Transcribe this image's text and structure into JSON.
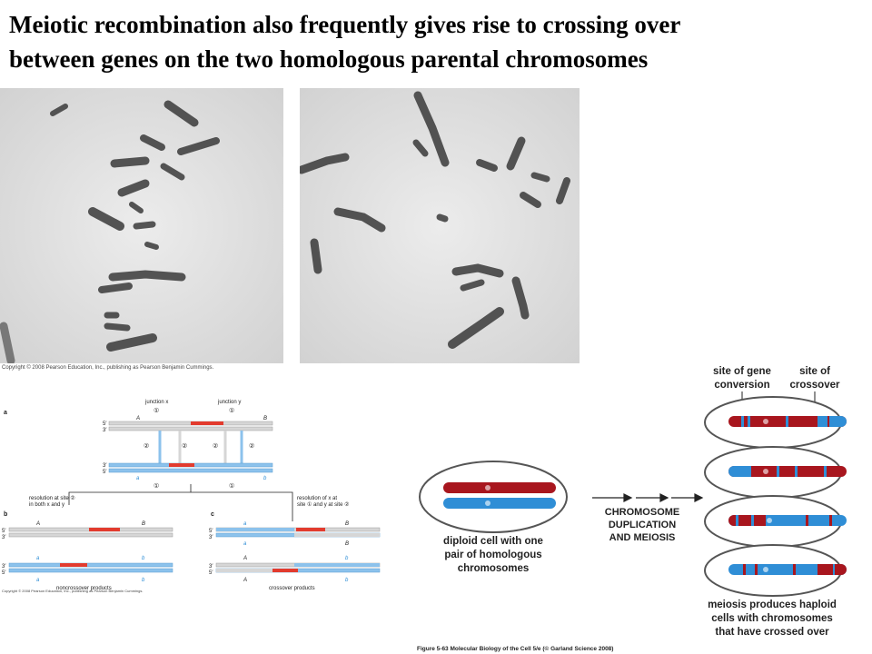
{
  "title": {
    "line1": "Meiotic recombination also frequently gives rise to crossing over",
    "line2": "between genes on the two homologous parental chromosomes"
  },
  "micrographs": {
    "copyright": "Copyright © 2008 Pearson Education, Inc., publishing as Pearson Benjamin Cummings."
  },
  "diagram_a": {
    "panel_a": "a",
    "panel_b": "b",
    "panel_c": "c",
    "junction_x": "junction x",
    "junction_y": "junction y",
    "site1": "①",
    "site2": "②",
    "prime5": "5′",
    "prime3": "3′",
    "allele_A": "A",
    "allele_B": "B",
    "allele_a": "a",
    "allele_b": "b",
    "resolution_left_1": "resolution at site ②",
    "resolution_left_2": "in both x and y",
    "resolution_right_1": "resolution of x at",
    "resolution_right_2": "site ① and y at site ②",
    "noncrossover": "noncrossover products",
    "crossover": "crossover products",
    "copyright": "Copyright © 2008 Pearson Education, Inc., publishing as Pearson Benjamin Cummings."
  },
  "diagram_b": {
    "gene_conversion_1": "site of gene",
    "gene_conversion_2": "conversion",
    "crossover_site_1": "site of",
    "crossover_site_2": "crossover",
    "diploid_1": "diploid cell with one",
    "diploid_2": "pair of homologous",
    "diploid_3": "chromosomes",
    "step_1": "CHROMOSOME",
    "step_2": "DUPLICATION",
    "step_3": "AND MEIOSIS",
    "haploid_1": "meiosis produces haploid",
    "haploid_2": "cells with chromosomes",
    "haploid_3": "that have crossed over",
    "figure_caption": "Figure 5-63  Molecular Biology of the Cell 5/e (© Garland Science 2008)"
  },
  "colors": {
    "red_chromosome": "#a8161e",
    "blue_chromosome": "#2f8ed6",
    "strand_blue": "#8cc2ec",
    "strand_gray": "#d6d6d6",
    "strand_red": "#e23b2e"
  }
}
